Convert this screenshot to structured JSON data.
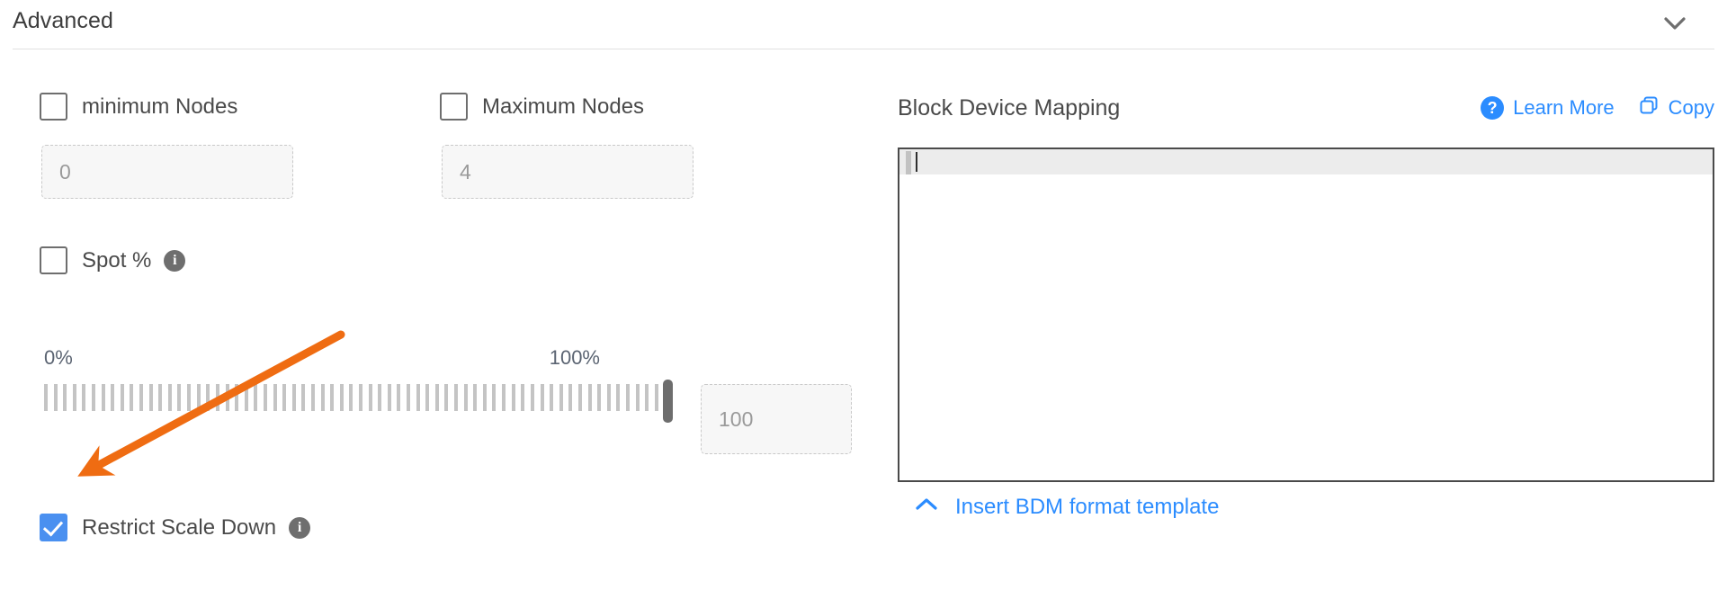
{
  "header": {
    "title": "Advanced",
    "collapse_icon": "chevron-down-icon"
  },
  "left_panel": {
    "min_nodes": {
      "label": "minimum Nodes",
      "checked": false,
      "input_placeholder": "0",
      "input_value": ""
    },
    "max_nodes": {
      "label": "Maximum Nodes",
      "checked": false,
      "input_placeholder": "4",
      "input_value": ""
    },
    "spot": {
      "label": "Spot %",
      "checked": false,
      "info_icon": "info-icon"
    },
    "slider": {
      "min_label": "0%",
      "max_label": "100%",
      "value": 100,
      "value_input_placeholder": "100",
      "value_input_value": "",
      "tick_count": 66
    },
    "restrict_scale_down": {
      "label": "Restrict Scale Down",
      "checked": true,
      "info_icon": "info-icon"
    }
  },
  "right_panel": {
    "title": "Block Device Mapping",
    "learn_more": {
      "label": "Learn More",
      "icon": "help-circle-icon"
    },
    "copy": {
      "label": "Copy",
      "icon": "copy-icon"
    },
    "editor": {
      "content": "",
      "active_line": 1
    },
    "insert_template": {
      "label": "Insert BDM format template",
      "icon": "chevron-up-icon"
    }
  },
  "annotation": {
    "type": "arrow",
    "color": "#ef6c12",
    "points_to": "restrict-scale-down-checkbox"
  },
  "colors": {
    "link_blue": "#2b8cff",
    "checkbox_blue": "#4a90f0",
    "annotation_orange": "#ef6c12",
    "text_gray": "#4a4a4a",
    "slider_tick": "#c4c4c4"
  }
}
